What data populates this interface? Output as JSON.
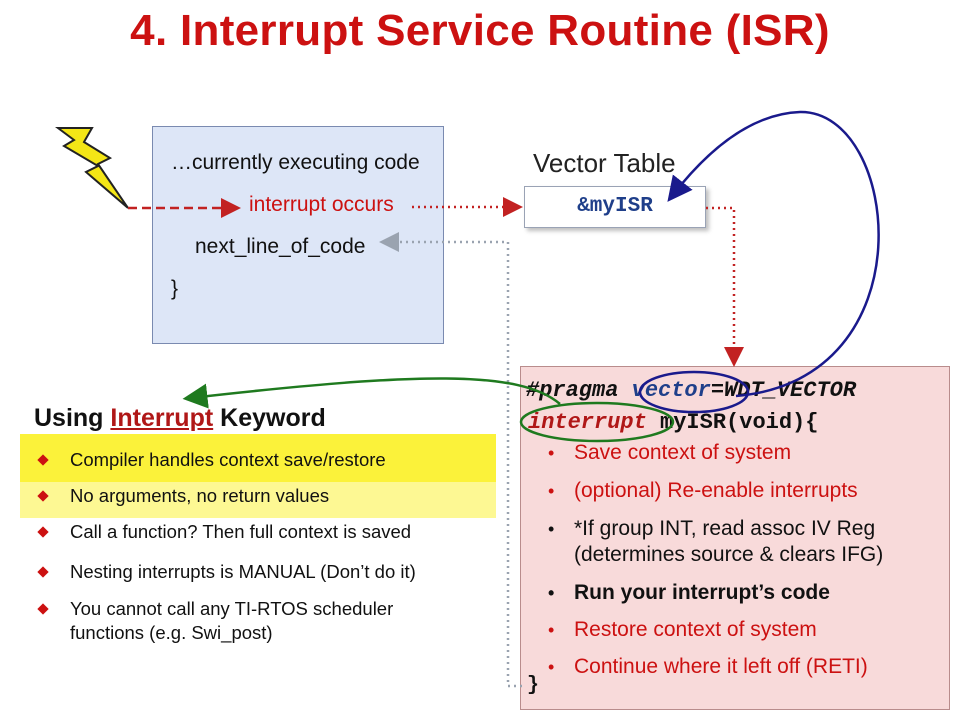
{
  "title": "4. Interrupt Service Routine (ISR)",
  "code_page": {
    "line1": "…currently executing code",
    "line2": "interrupt occurs",
    "line3": "next_line_of_code",
    "line4": "}"
  },
  "vector_table": {
    "label": "Vector Table",
    "entry": "&myISR"
  },
  "isr": {
    "pragma": "#pragma",
    "vector_kw": "vector",
    "vector_eq": "=WDT_VECTOR",
    "interrupt_kw": "interrupt",
    "signature": " myISR(void){",
    "bullets": [
      {
        "text": "Save context of system",
        "color": "#cc1111",
        "bold": false,
        "mark": "•"
      },
      {
        "text": "(optional) Re-enable interrupts",
        "color": "#cc1111",
        "bold": false,
        "mark": "•"
      },
      {
        "text": "*If group INT, read assoc IV Reg",
        "color": "#111111",
        "bold": false,
        "mark": "•"
      },
      {
        "text": "(determines source & clears IFG)",
        "color": "#111111",
        "bold": false,
        "mark": ""
      },
      {
        "text": "Run your interrupt’s code",
        "color": "#111111",
        "bold": true,
        "mark": "•"
      },
      {
        "text": "Restore context of system",
        "color": "#cc1111",
        "bold": false,
        "mark": "•"
      },
      {
        "text": "Continue where it left off (RETI)",
        "color": "#cc1111",
        "bold": false,
        "mark": "•"
      }
    ],
    "closing": "}"
  },
  "keyword_section": {
    "heading_pre": "Using ",
    "heading_kw": "Interrupt",
    "heading_post": " Keyword",
    "bullets": [
      "Compiler handles context save/restore",
      "No arguments, no return values",
      "Call a function? Then full context is saved",
      "Nesting interrupts is MANUAL (Don’t do it)",
      "You cannot call any TI-RTOS scheduler",
      "functions (e.g. Swi_post)"
    ]
  },
  "colors": {
    "title_red": "#cc1111",
    "highlight_yellow": "#fbf23a",
    "arrow_blue": "#1a1a8c",
    "arrow_green": "#1f7a1f",
    "code_page_bg": "#dde6f7",
    "isr_box_bg": "#f8dada"
  },
  "icons": [
    "lightning-bolt-icon"
  ]
}
